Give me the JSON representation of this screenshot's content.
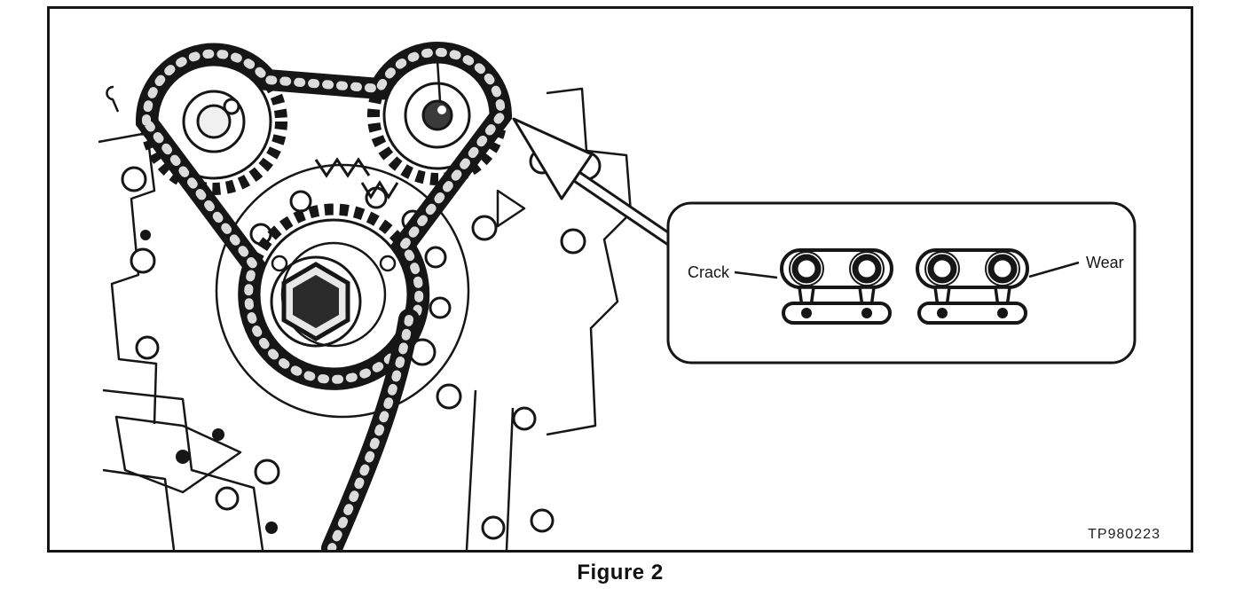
{
  "figure": {
    "caption": "Figure 2",
    "part_number": "TP980223",
    "callout": {
      "crack_label": "Crack",
      "wear_label": "Wear"
    }
  },
  "colors": {
    "ink": "#161616",
    "background": "#ffffff"
  }
}
